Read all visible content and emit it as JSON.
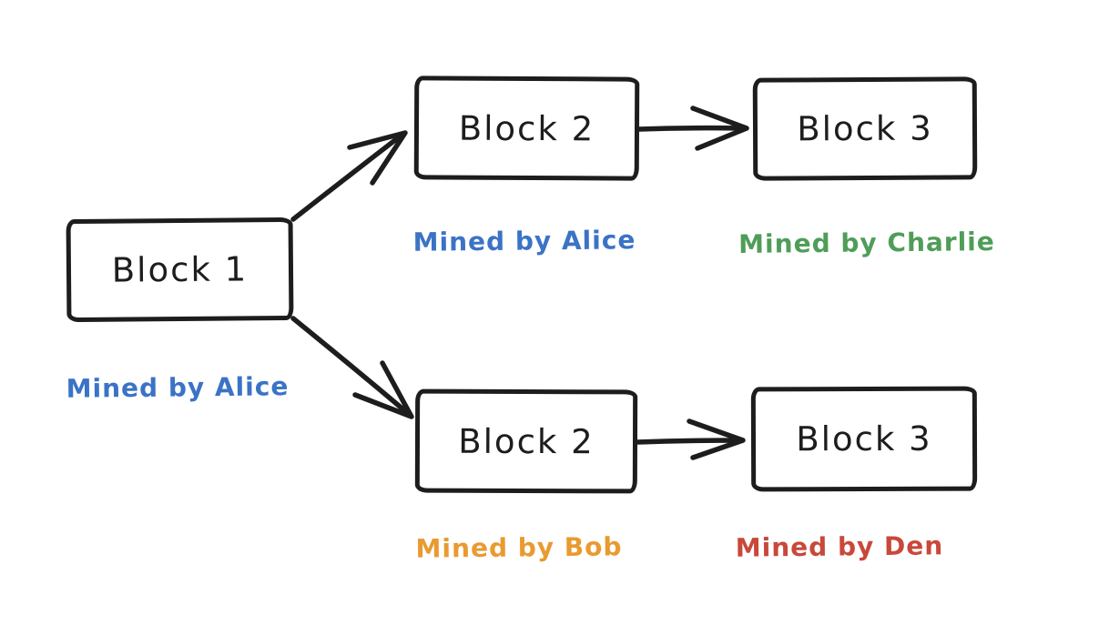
{
  "diagram": {
    "title": "blockchain-fork-diagram",
    "background": "#ffffff",
    "ink_color": "#1d1d1d",
    "nodes": [
      {
        "label": "Block 1",
        "miner_label": "Mined by Alice",
        "miner_color": "#3b73c5"
      },
      {
        "label": "Block 2",
        "miner_label": "Mined by Alice",
        "miner_color": "#3b73c5"
      },
      {
        "label": "Block 3",
        "miner_label": "Mined by Charlie",
        "miner_color": "#4f9d58"
      },
      {
        "label": "Block 2",
        "miner_label": "Mined by Bob",
        "miner_color": "#e99a30"
      },
      {
        "label": "Block 3",
        "miner_label": "Mined by Den",
        "miner_color": "#c8483a"
      }
    ],
    "edges": [
      {
        "from": "Block 1",
        "to": "Block 2 (top)"
      },
      {
        "from": "Block 1",
        "to": "Block 2 (bottom)"
      },
      {
        "from": "Block 2 (top)",
        "to": "Block 3 (top)"
      },
      {
        "from": "Block 2 (bottom)",
        "to": "Block 3 (bottom)"
      }
    ]
  }
}
